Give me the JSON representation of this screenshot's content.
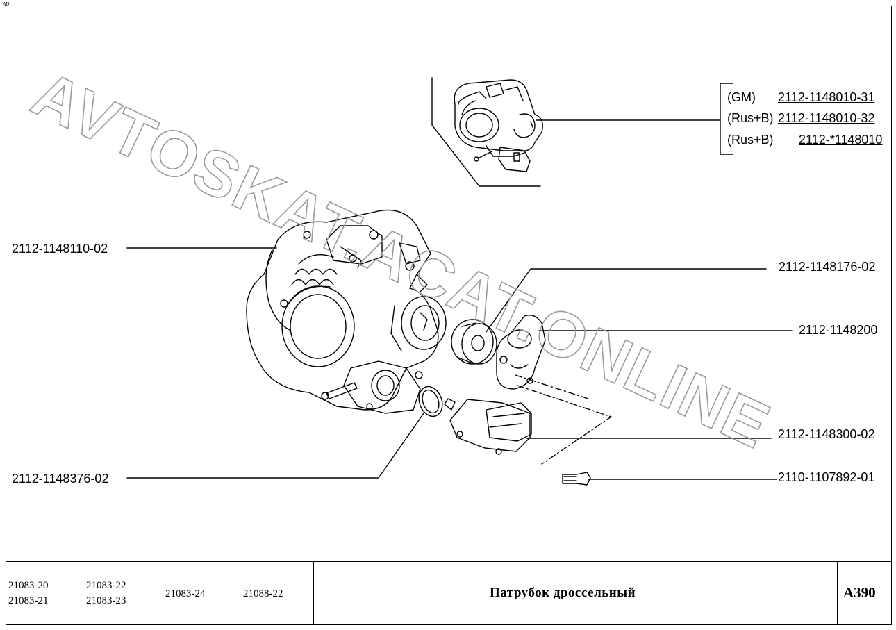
{
  "sheet": {
    "corner_mark": "AD",
    "watermark": "AVTOSKAT.ACAT.ONLINE"
  },
  "callouts": {
    "left_1": "2112-1148110-02",
    "left_2": "2112-1148376-02",
    "right_1": "2112-1148176-02",
    "right_2": "2112-1148200",
    "right_3": "2112-1148300-02",
    "right_4": "2110-1107892-01"
  },
  "variants": [
    {
      "tag": "(GM)",
      "part": "2112-1148010-31"
    },
    {
      "tag": "(Rus+B)",
      "part": "2112-1148010-32"
    },
    {
      "tag": "(Rus+B)",
      "part": "2112-*1148010"
    }
  ],
  "title_block": {
    "models": [
      "21083-20",
      "21083-21",
      "21083-22",
      "21083-23",
      "21083-24",
      "21088-22"
    ],
    "title": "Патрубок дроссельный",
    "code": "А390"
  }
}
